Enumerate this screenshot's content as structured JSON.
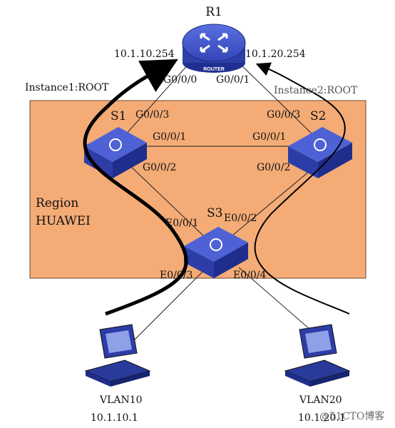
{
  "router": {
    "name": "R1",
    "badge": "ROUTER",
    "ip_left": "10.1.10.254",
    "ip_right": "10.1.20.254",
    "port_left": "G0/0/0",
    "port_right": "G0/0/1"
  },
  "instances": {
    "left": "Instance1:ROOT",
    "right": "Instance2:ROOT"
  },
  "region": {
    "line1": "Region",
    "line2": "HUAWEI"
  },
  "s1": {
    "name": "S1",
    "port_to_r1": "G0/0/3",
    "port_to_s2": "G0/0/1",
    "port_to_s3": "G0/0/2"
  },
  "s2": {
    "name": "S2",
    "port_to_r1": "G0/0/3",
    "port_to_s1": "G0/0/1",
    "port_to_s3": "G0/0/2"
  },
  "s3": {
    "name": "S3",
    "port_to_s1": "E0/0/1",
    "port_to_s2": "E0/0/2",
    "port_to_pc1": "E0/0/3",
    "port_to_pc2": "E0/0/4"
  },
  "pc1": {
    "vlan": "VLAN10",
    "ip": "10.1.10.1"
  },
  "pc2": {
    "vlan": "VLAN20",
    "ip": "10.1.20.1"
  },
  "watermark": "@51CTO博客",
  "colors": {
    "region_fill": "#f4ab76",
    "device_blue": "#3b4fc4",
    "device_dark": "#1f2f8f"
  }
}
